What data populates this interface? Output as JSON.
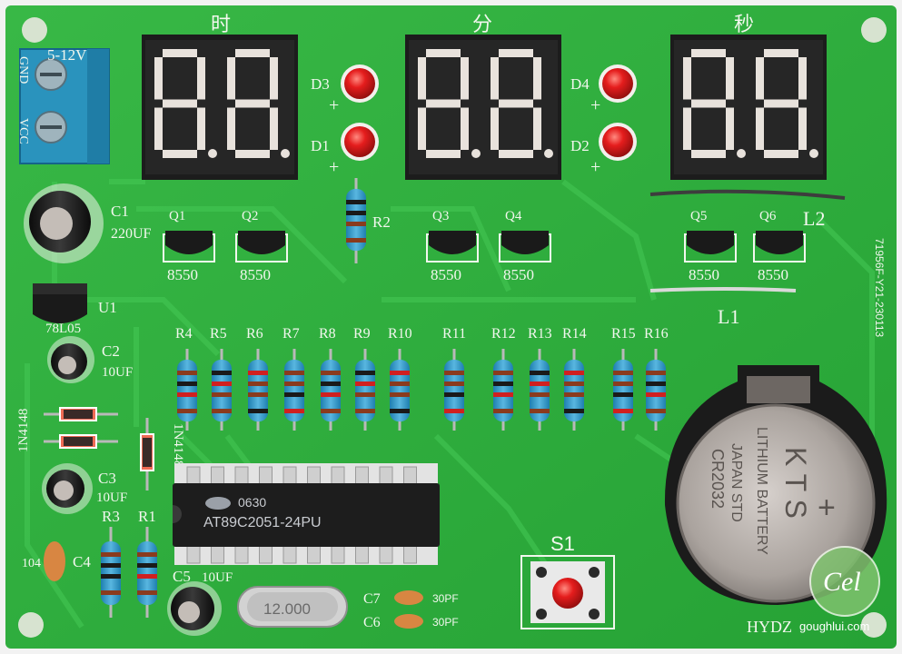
{
  "board": {
    "power_label": "5-12V",
    "gnd_label": "GND",
    "vcc_label": "VCC",
    "display_headers": [
      "时",
      "分",
      "秒"
    ],
    "led_labels": [
      "D3",
      "D1",
      "D4",
      "D2"
    ],
    "led_plus": "+",
    "transistor_labels": [
      "Q1",
      "Q2",
      "Q3",
      "Q4",
      "Q5",
      "Q6"
    ],
    "transistor_part": "8550",
    "resistor_labels": [
      "R4",
      "R5",
      "R6",
      "R7",
      "R8",
      "R9",
      "R10",
      "R11",
      "R12",
      "R13",
      "R14",
      "R15",
      "R16"
    ],
    "r2_label": "R2",
    "r1_label": "R1",
    "r3_label": "R3",
    "c1_label": "C1",
    "c1_value": "220UF",
    "c2_label": "C2",
    "c2_value": "10UF",
    "c3_label": "C3",
    "c3_value": "10UF",
    "c4_label": "C4",
    "c4_value": "104",
    "c5_label": "C5",
    "c5_value": "10UF",
    "c6_label": "C6",
    "c7_label": "C7",
    "cap_30pf": "30PF",
    "u1_label": "U1",
    "u1_part": "78L05",
    "diode_part": "1N4148",
    "l1_label": "L1",
    "l2_label": "L2",
    "mcu_code": "0630",
    "mcu_part": "AT89C2051-24PU",
    "crystal": "12.000",
    "switch_label": "S1",
    "battery_brand": "K T S",
    "battery_line1": "LITHIUM BATTERY",
    "battery_line2": "JAPAN STD",
    "battery_model": "CR2032",
    "battery_plus": "+",
    "side_code": "71956F-Y21-230113",
    "hydz": "HYDZ",
    "watermark": "goughlui.com",
    "logo_text": "Cel"
  },
  "colors": {
    "pcb": "#2fae3e",
    "pcb_dark": "#239a32",
    "trace": "#3ec44d",
    "silk": "#f2f7ee",
    "display_body": "#1c1c1c",
    "led_red": "#e01818",
    "battery": "#b8b0ac"
  }
}
